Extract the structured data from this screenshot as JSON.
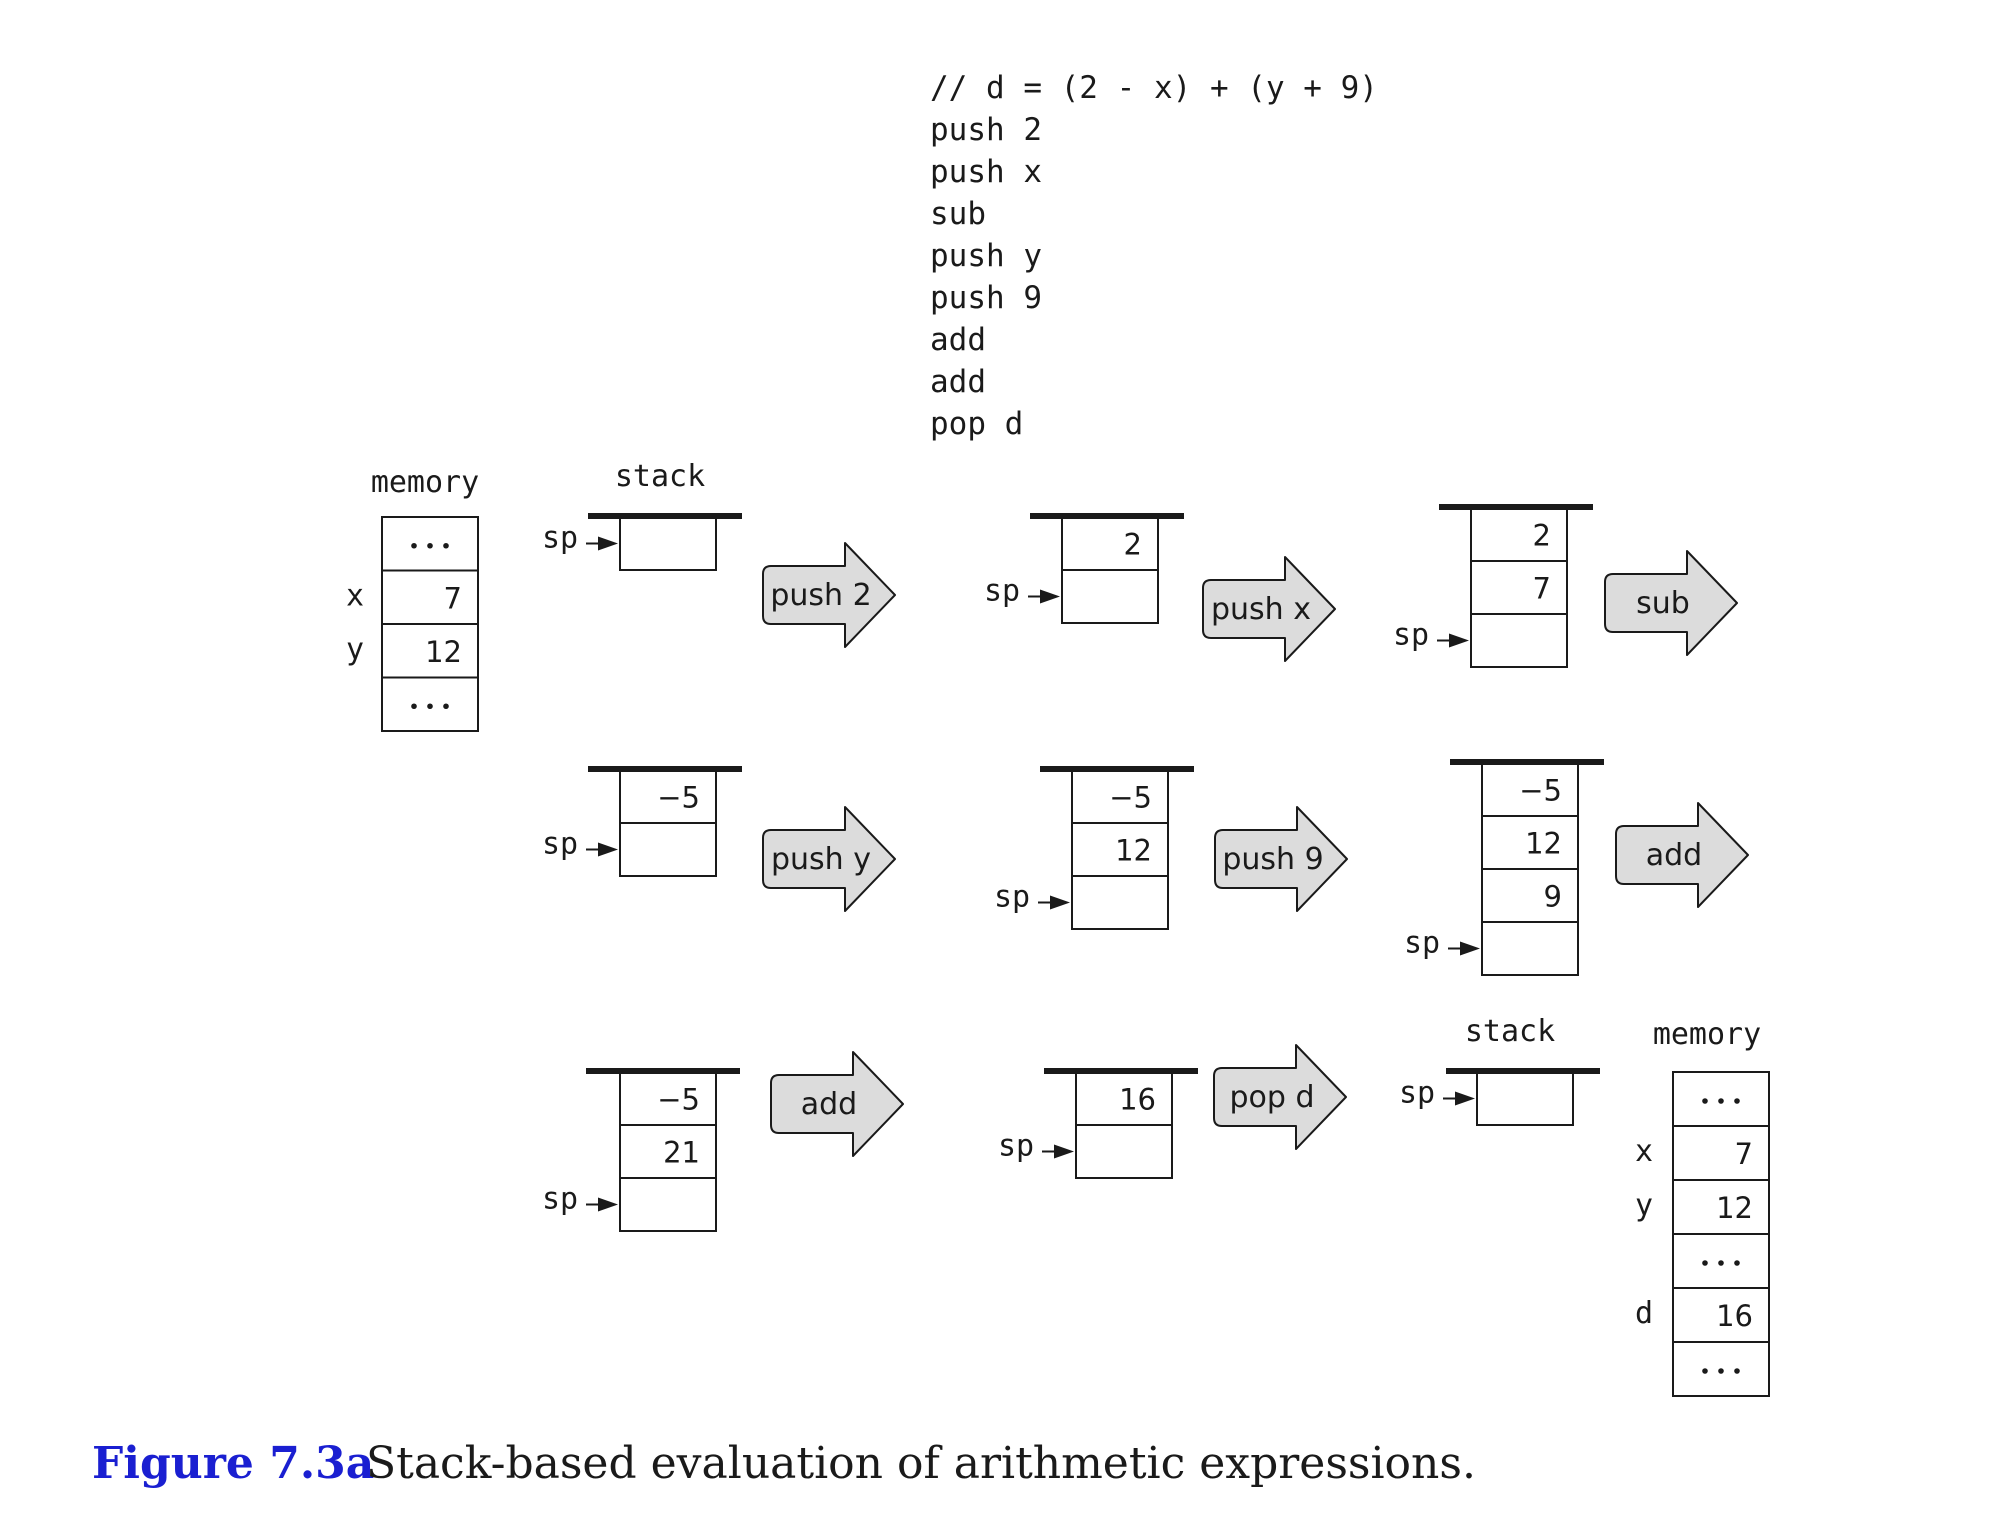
{
  "code": {
    "lines": [
      "// d = (2 - x) + (y + 9)",
      "push 2",
      "push x",
      "sub",
      "push y",
      "push 9",
      "add",
      "add",
      "pop d"
    ]
  },
  "memory_before": {
    "title": "memory",
    "labels": [
      "",
      "x",
      "y",
      ""
    ],
    "cells": [
      "...",
      "7",
      "12",
      "..."
    ]
  },
  "memory_after": {
    "title": "memory",
    "labels": [
      "",
      "x",
      "y",
      "",
      "d",
      ""
    ],
    "cells": [
      "...",
      "7",
      "12",
      "...",
      "16",
      "..."
    ]
  },
  "stack_title_start": "stack",
  "stack_title_end": "stack",
  "sp_label": "sp",
  "stacks": [
    {
      "cells": [
        ""
      ]
    },
    {
      "cells": [
        "2",
        ""
      ]
    },
    {
      "cells": [
        "2",
        "7",
        ""
      ]
    },
    {
      "cells": [
        "-5",
        ""
      ]
    },
    {
      "cells": [
        "-5",
        "12",
        ""
      ]
    },
    {
      "cells": [
        "-5",
        "12",
        "9",
        ""
      ]
    },
    {
      "cells": [
        "-5",
        "21",
        ""
      ]
    },
    {
      "cells": [
        "16",
        ""
      ]
    },
    {
      "cells": [
        ""
      ]
    }
  ],
  "arrows": [
    "push 2",
    "push x",
    "sub",
    "push y",
    "push 9",
    "add",
    "add",
    "pop d"
  ],
  "caption": {
    "number": "Figure 7.3a",
    "text": "Stack-based evaluation of arithmetic expressions."
  }
}
